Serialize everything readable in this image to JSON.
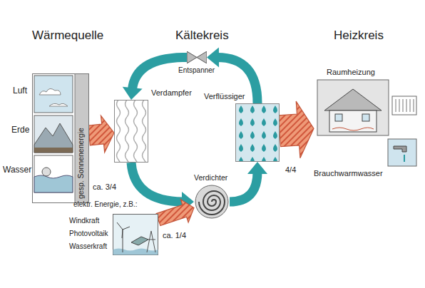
{
  "diagram": {
    "nodes": [
      {
        "text": [
          "gesp. Sonnenenergie"
        ]
      },
      {
        "text": [
          "Verdampfer"
        ]
      },
      {
        "text": [
          "Entspanner"
        ]
      },
      {
        "text": [
          "Verflüssiger"
        ]
      },
      {
        "text": [
          "Verdichter"
        ]
      },
      {
        "text": [
          "Raumheizung",
          "Brauchwarmwasser"
        ]
      },
      {
        "text": [
          "Windkraft",
          "Photovoltaik",
          "Wasserkraft"
        ]
      }
    ],
    "edges": [
      {
        "from": 0,
        "to": 1,
        "arrow": "to",
        "label": "ca. 3/4"
      },
      {
        "from": 2,
        "to": 1,
        "arrow": "to"
      },
      {
        "from": 1,
        "to": 4,
        "arrow": "to"
      },
      {
        "from": 4,
        "to": 3,
        "arrow": "to"
      },
      {
        "from": 3,
        "to": 2,
        "arrow": "to"
      },
      {
        "from": 3,
        "to": 5,
        "arrow": "to",
        "label": "4/4"
      },
      {
        "from": 6,
        "to": 4,
        "arrow": "to",
        "label": "ca. 1/4"
      }
    ],
    "labels": [
      "Wärmequelle",
      "Kältekreis",
      "Heizkreis",
      "Luft",
      "Erde",
      "Wasser",
      "elektr. Energie, z.B.:"
    ]
  }
}
